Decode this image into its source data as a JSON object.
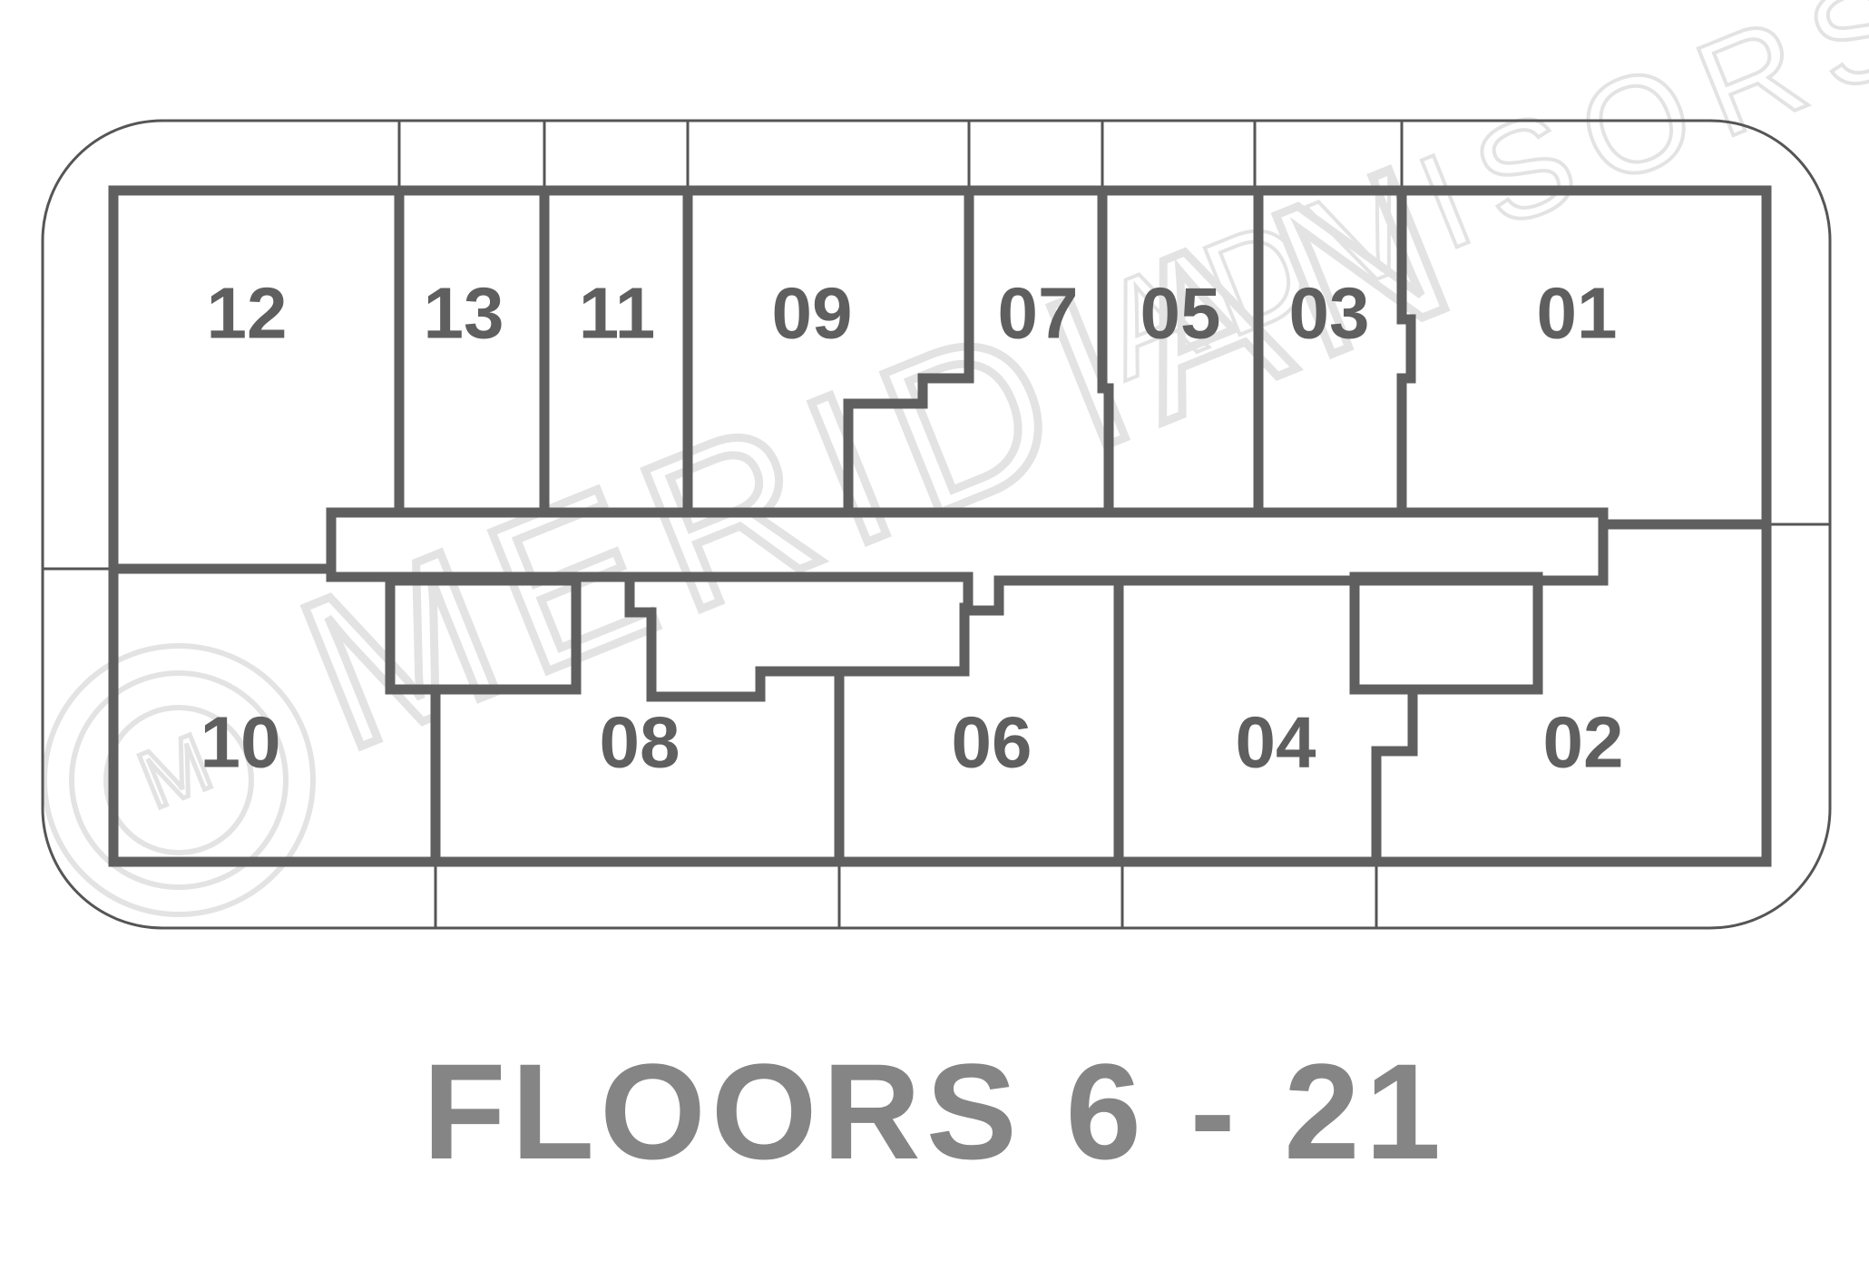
{
  "floor_title": "FLOORS 6 - 21",
  "units": {
    "u01": "01",
    "u02": "02",
    "u03": "03",
    "u04": "04",
    "u05": "05",
    "u06": "06",
    "u07": "07",
    "u08": "08",
    "u09": "09",
    "u10": "10",
    "u11": "11",
    "u12": "12",
    "u13": "13"
  },
  "watermark": {
    "main": "MERIDIAN",
    "secondary": "ADVISORS",
    "logo_letter": "M"
  },
  "colors": {
    "wall": "#5f5f5f",
    "outline": "#555555",
    "title": "#858585",
    "watermark": "#e3e3e3"
  }
}
